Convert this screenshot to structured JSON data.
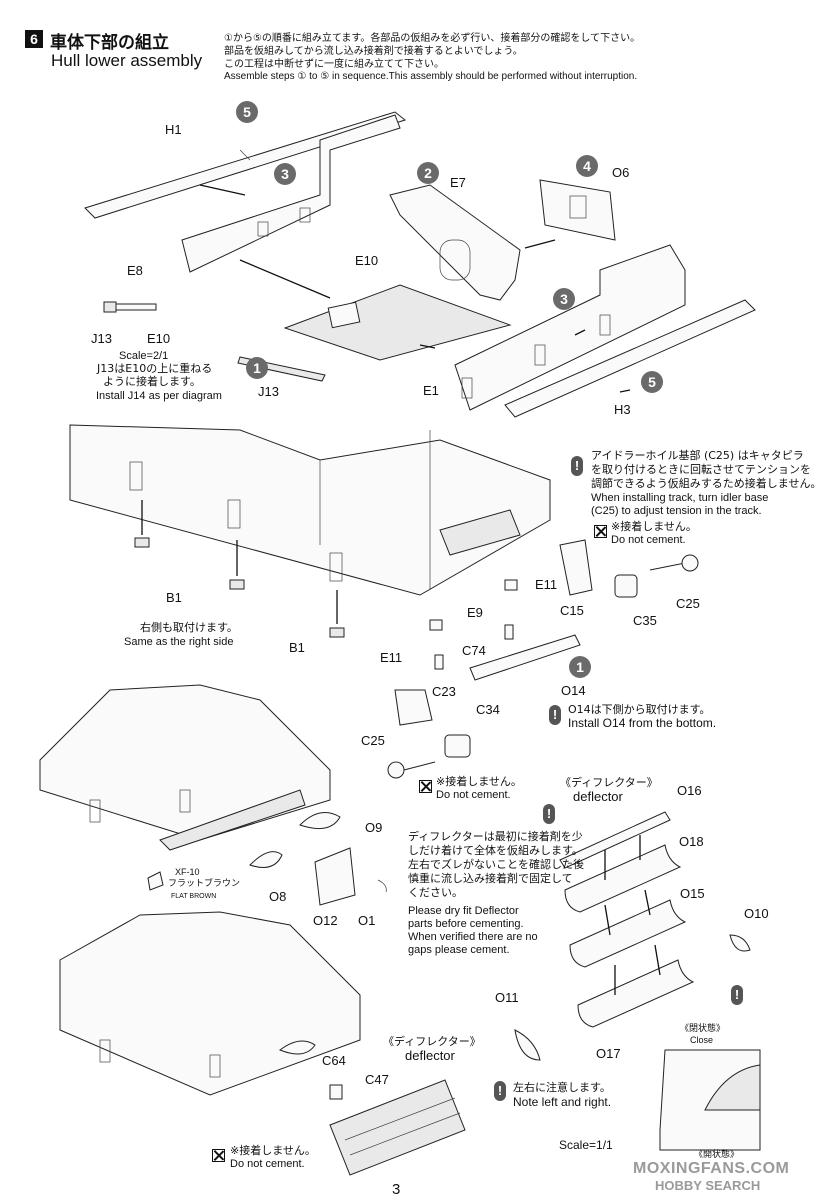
{
  "header": {
    "step_number": "6",
    "title_jp": "車体下部の組立",
    "title_en": "Hull lower assembly",
    "instruction_jp_1": "①から⑤の順番に組み立てます。各部品の仮組みを必ず行い、接着部分の確認をして下さい。",
    "instruction_jp_2": "部品を仮組みしてから流し込み接着剤で接着するとよいでしょう。",
    "instruction_jp_3": "この工程は中断せずに一度に組み立てて下さい。",
    "instruction_en": "Assemble steps ① to ⑤ in sequence.This assembly should be performed without interruption."
  },
  "top_section": {
    "steps": [
      "5",
      "3",
      "2",
      "4",
      "3",
      "1",
      "5",
      "1"
    ],
    "parts": [
      "H1",
      "E7",
      "O6",
      "E8",
      "E10",
      "J13",
      "E10",
      "J13",
      "E1",
      "H3"
    ],
    "scale": "Scale=2/1",
    "note_jp_1": "J13はE10の上に重ねる",
    "note_jp_2": "ように接着します。",
    "note_en": "Install J14 as per diagram"
  },
  "middle_section": {
    "parts": [
      "B1",
      "B1",
      "E11",
      "E9",
      "E11",
      "C15",
      "C25",
      "C35",
      "C74",
      "O14",
      "C23",
      "C34",
      "C25"
    ],
    "step": "1",
    "same_jp": "右側も取付けます。",
    "same_en": "Same as the right side",
    "idler_jp_1": "アイドラーホイル基部 (C25) はキャタピラ",
    "idler_jp_2": "を取り付けるときに回転させてテンションを",
    "idler_jp_3": "調節できるよう仮組みするため接着しません。",
    "idler_en_1": "When installing track, turn idler base",
    "idler_en_2": "(C25) to adjust tension in the track.",
    "nocement_jp": "※接着しません。",
    "nocement_en": "Do not cement.",
    "o14_jp": "O14は下側から取付けます。",
    "o14_en": "Install O14 from the bottom."
  },
  "lower_section": {
    "deflector_title_jp": "《ディフレクター》",
    "deflector_title_en": "deflector",
    "parts": [
      "O9",
      "O8",
      "O12",
      "O1",
      "O16",
      "O18",
      "O15",
      "O10",
      "O11",
      "O17",
      "C64",
      "C47"
    ],
    "paint_code": "XF-10",
    "paint_jp": "フラットブラウン",
    "paint_en": "FLAT BROWN",
    "deflector_jp_1": "ディフレクターは最初に接着剤を少",
    "deflector_jp_2": "しだけ着けて全体を仮組みします。",
    "deflector_jp_3": "左右でズレがないことを確認した後",
    "deflector_jp_4": "慎重に流し込み接着剤で固定して",
    "deflector_jp_5": "ください。",
    "deflector_en_1": "Please dry fit Deflector",
    "deflector_en_2": "parts before cementing.",
    "deflector_en_3": "When verified there are no",
    "deflector_en_4": "gaps please cement.",
    "note_lr_jp": "左右に注意します。",
    "note_lr_en": "Note left and right.",
    "closed_jp": "《閉状態》",
    "closed_en": "Close",
    "open_jp": "《開状態》",
    "scale": "Scale=1/1",
    "nocement_jp": "※接着しません。",
    "nocement_en": "Do not cement."
  },
  "footer": {
    "page_number": "3",
    "watermark_1": "MOXINGFANS.COM",
    "watermark_2": "HOBBY SEARCH"
  }
}
